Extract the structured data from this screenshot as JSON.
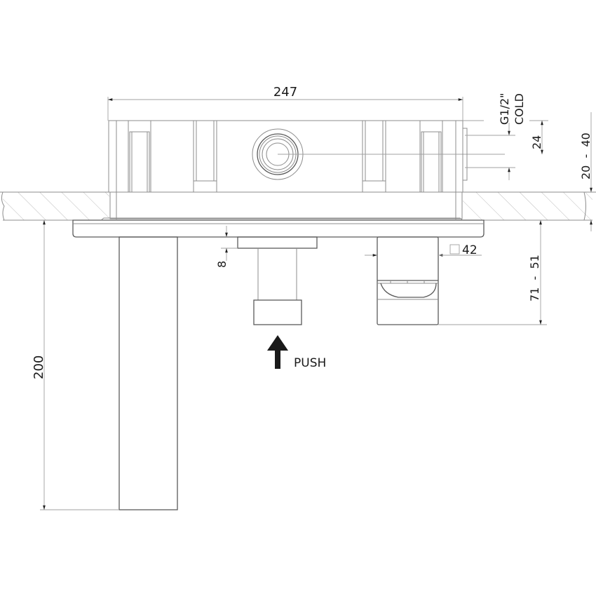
{
  "drawing": {
    "title": "Wall-mounted basin mixer technical drawing",
    "line_color": "#8c8c8c",
    "text_color": "#1a1a1a",
    "background": "#ffffff"
  },
  "dimensions": {
    "overall_width": "247",
    "connection_thread": "G1/2\"",
    "connection_label": "COLD",
    "connection_spacing": "24",
    "wall_depth_range": "20  -  40",
    "plate_offset": "8",
    "handle_square": "42",
    "handle_projection_range": "71  -  51",
    "spout_length": "200"
  },
  "annotations": {
    "push_label": "PUSH",
    "push_arrow": "arrow-up"
  }
}
